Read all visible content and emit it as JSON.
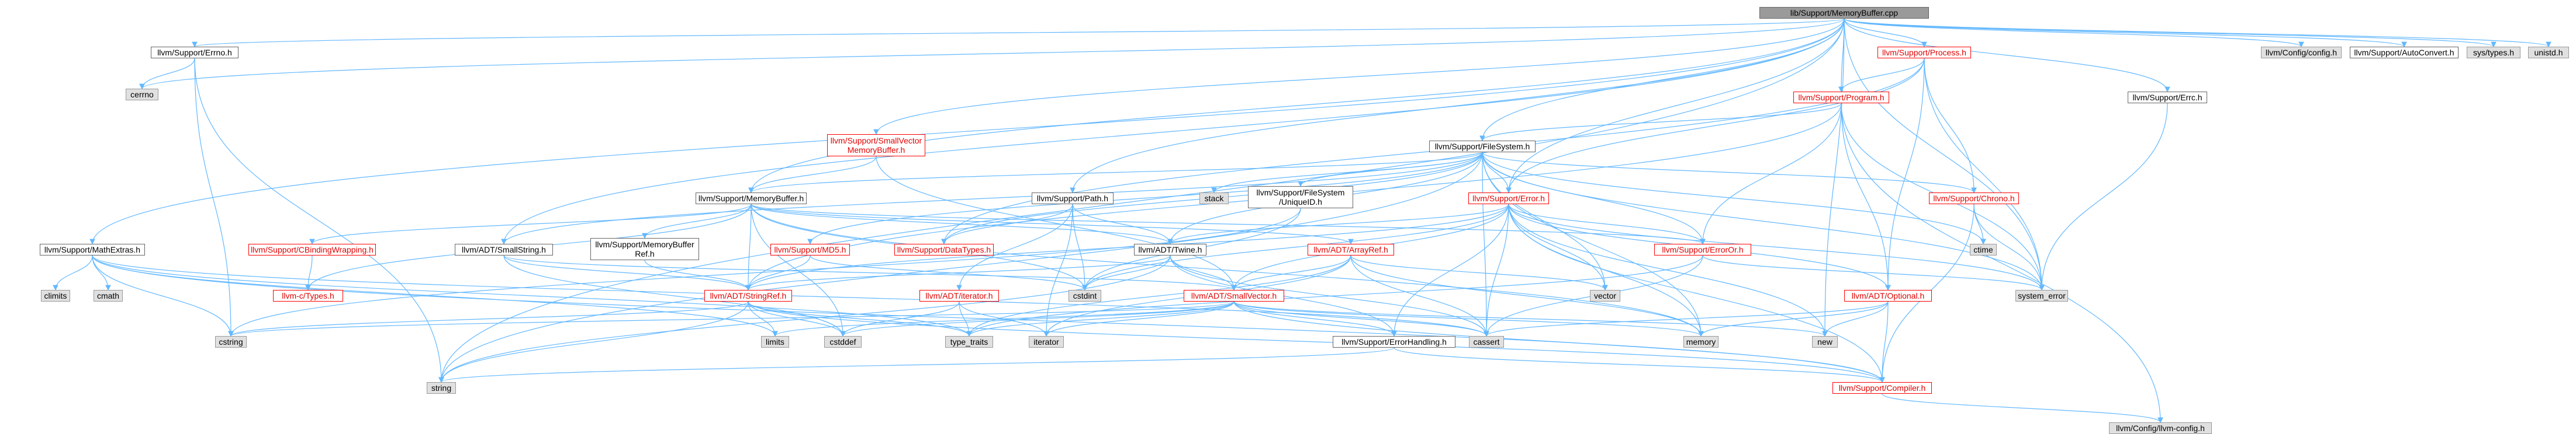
{
  "diagram": {
    "colors": {
      "edge": "#63b8ff",
      "node_border": "#666666",
      "system_fill": "#e0e0e0",
      "root_fill": "#9a9a9a",
      "red_node": "#ff0000"
    },
    "nodes": {
      "root": "lib/Support/MemoryBuffer.cpp",
      "errno_h": "llvm/Support/Errno.h",
      "cerrno": "cerrno",
      "config_h": "llvm/Config/config.h",
      "autoconvert": "llvm/Support/AutoConvert.h",
      "systypes": "sys/types.h",
      "unistd": "unistd.h",
      "process": "llvm/Support/Process.h",
      "program": "llvm/Support/Program.h",
      "errc": "llvm/Support/Errc.h",
      "smallvecmem": "llvm/Support/SmallVector\nMemoryBuffer.h",
      "filesystem": "llvm/Support/FileSystem.h",
      "stack": "stack",
      "fs_uniqueid": "llvm/Support/FileSystem\n/UniqueID.h",
      "memorybuffer": "llvm/Support/MemoryBuffer.h",
      "path": "llvm/Support/Path.h",
      "error_h": "llvm/Support/Error.h",
      "chrono": "llvm/Support/Chrono.h",
      "ctime": "ctime",
      "mathextras": "llvm/Support/MathExtras.h",
      "climits": "climits",
      "cmath": "cmath",
      "cbinding": "llvm/Support/CBindingWrapping.h",
      "smallstring": "llvm/ADT/SmallString.h",
      "membufref": "llvm/Support/MemoryBuffer\nRef.h",
      "md5": "llvm/Support/MD5.h",
      "datatypes": "llvm/Support/DataTypes.h",
      "twine": "llvm/ADT/Twine.h",
      "arrayref": "llvm/ADT/ArrayRef.h",
      "erroror": "llvm/Support/ErrorOr.h",
      "ctypes": "llvm-c/Types.h",
      "stringref": "llvm/ADT/StringRef.h",
      "iterator_h": "llvm/ADT/iterator.h",
      "cstdint": "cstdint",
      "smallvector": "llvm/ADT/SmallVector.h",
      "vector": "vector",
      "optional": "llvm/ADT/Optional.h",
      "system_error": "system_error",
      "cstring": "cstring",
      "limits": "limits",
      "cstddef": "cstddef",
      "type_traits": "type_traits",
      "iterator": "iterator",
      "cassert": "cassert",
      "errorhandling": "llvm/Support/ErrorHandling.h",
      "memory": "memory",
      "new": "new",
      "string": "string",
      "compiler": "llvm/Support/Compiler.h",
      "llvmconfig": "llvm/Config/llvm-config.h"
    }
  }
}
